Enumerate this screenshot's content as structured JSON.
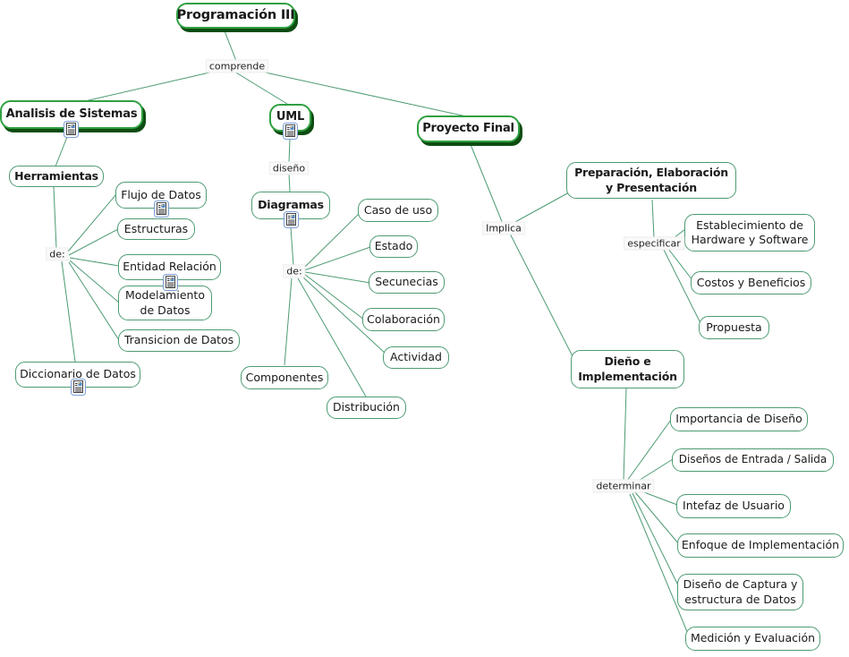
{
  "map_title": "Programación III",
  "colors": {
    "node_border": "#4d9b72",
    "major_node_border": "#2fa040",
    "major_node_shadow": "#0d4d12",
    "connector_line": "#4d9b72",
    "resource_icon_border": "#7d9fd4",
    "node_fill": "#ffffff",
    "text": "#1a1a1a"
  },
  "icons": {
    "resource_icon_name": "document-with-image-icon",
    "attached_to": [
      "Analisis de Sistemas",
      "Flujo de Datos",
      "Entidad Relación",
      "Diccionario de Datos",
      "UML",
      "Diagramas"
    ]
  },
  "nodes": [
    {
      "label": "Programación III",
      "emphasis": "major"
    },
    {
      "label": "Analisis de Sistemas",
      "emphasis": "major",
      "has_resource_icon": true
    },
    {
      "label": "Herramientas",
      "emphasis": "bold"
    },
    {
      "label": "Flujo de Datos",
      "has_resource_icon": true
    },
    {
      "label": "Estructuras"
    },
    {
      "label": "Entidad Relación",
      "has_resource_icon": true
    },
    {
      "label": "Modelamiento de Datos",
      "label_lines": [
        "Modelamiento",
        "de Datos"
      ]
    },
    {
      "label": "Transicion de Datos"
    },
    {
      "label": "Diccionario de Datos",
      "has_resource_icon": true
    },
    {
      "label": "UML",
      "emphasis": "major",
      "has_resource_icon": true
    },
    {
      "label": "Diagramas",
      "emphasis": "bold",
      "has_resource_icon": true
    },
    {
      "label": "Caso de uso"
    },
    {
      "label": "Estado"
    },
    {
      "label": "Secunecias"
    },
    {
      "label": "Colaboración"
    },
    {
      "label": "Actividad"
    },
    {
      "label": "Componentes"
    },
    {
      "label": "Distribución"
    },
    {
      "label": "Proyecto Final",
      "emphasis": "major"
    },
    {
      "label": "Preparación, Elaboración y Presentación",
      "emphasis": "bold",
      "label_lines": [
        "Preparación, Elaboración",
        "y Presentación"
      ]
    },
    {
      "label": "Establecimiento de Hardware y Software",
      "label_lines": [
        "Establecimiento de",
        "Hardware y Software"
      ]
    },
    {
      "label": "Costos y Beneficios"
    },
    {
      "label": "Propuesta"
    },
    {
      "label": "Dieño e Implementación",
      "emphasis": "bold",
      "label_lines": [
        "Dieño e",
        "Implementación"
      ]
    },
    {
      "label": "Importancia de Diseño"
    },
    {
      "label": "Diseños de Entrada / Salida"
    },
    {
      "label": "Intefaz de Usuario"
    },
    {
      "label": "Enfoque de Implementación"
    },
    {
      "label": "Diseño de Captura y estructura de Datos",
      "label_lines": [
        "Diseño de Captura y",
        "estructura de Datos"
      ]
    },
    {
      "label": "Medición y Evaluación"
    }
  ],
  "phrases": [
    {
      "label": "comprende"
    },
    {
      "label": "de:"
    },
    {
      "label": "diseño"
    },
    {
      "label": "de:"
    },
    {
      "label": "Implica"
    },
    {
      "label": "especificar"
    },
    {
      "label": "determinar"
    }
  ],
  "propositions": [
    {
      "from": "Programación III",
      "linking_phrase": "comprende",
      "to": [
        "Analisis de Sistemas",
        "UML",
        "Proyecto Final"
      ]
    },
    {
      "from": "Analisis de Sistemas",
      "linking_phrase": "",
      "to": [
        "Herramientas"
      ]
    },
    {
      "from": "Herramientas",
      "linking_phrase": "de:",
      "to": [
        "Flujo de Datos",
        "Estructuras",
        "Entidad Relación",
        "Modelamiento de Datos",
        "Transicion de Datos",
        "Diccionario de Datos"
      ]
    },
    {
      "from": "UML",
      "linking_phrase": "diseño",
      "to": [
        "Diagramas"
      ]
    },
    {
      "from": "Diagramas",
      "linking_phrase": "de:",
      "to": [
        "Caso de uso",
        "Estado",
        "Secunecias",
        "Colaboración",
        "Actividad",
        "Componentes",
        "Distribución"
      ]
    },
    {
      "from": "Proyecto Final",
      "linking_phrase": "Implica",
      "to": [
        "Preparación, Elaboración y Presentación",
        "Dieño e Implementación"
      ]
    },
    {
      "from": "Preparación, Elaboración y Presentación",
      "linking_phrase": "especificar",
      "to": [
        "Establecimiento de Hardware y Software",
        "Costos y Beneficios",
        "Propuesta"
      ]
    },
    {
      "from": "Dieño e Implementación",
      "linking_phrase": "determinar",
      "to": [
        "Importancia de Diseño",
        "Diseños de Entrada / Salida",
        "Intefaz de Usuario",
        "Enfoque de Implementación",
        "Diseño de Captura y estructura de Datos",
        "Medición y Evaluación"
      ]
    }
  ]
}
